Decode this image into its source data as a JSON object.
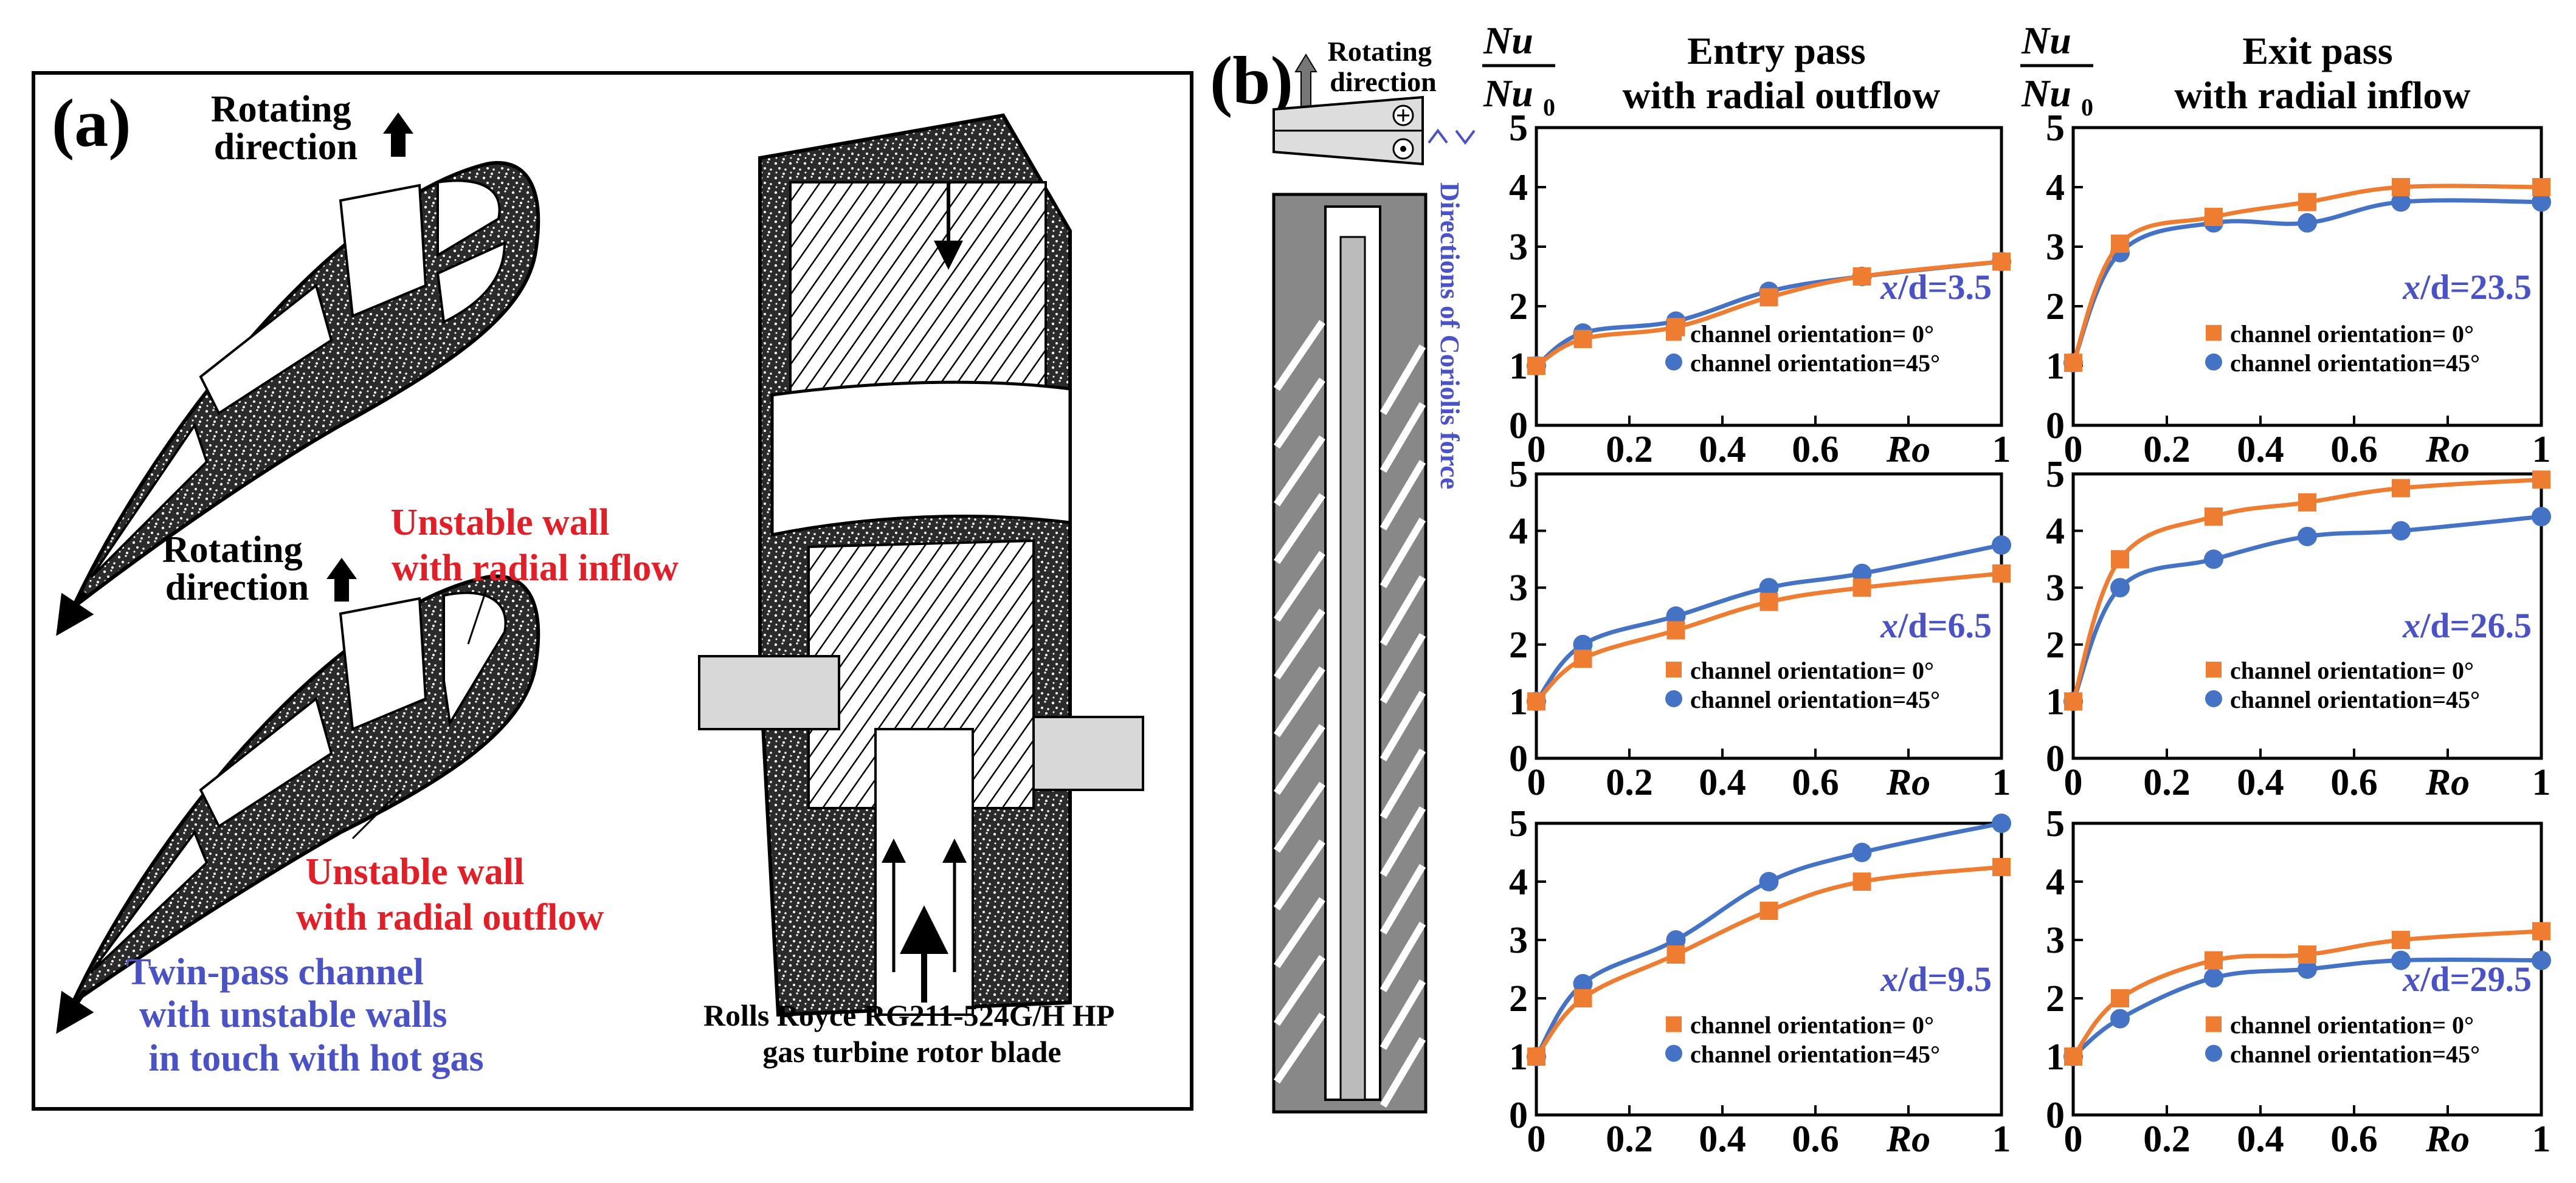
{
  "left_panel": {
    "label": "(a)",
    "rotating_direction_1": [
      "Rotating",
      "direction"
    ],
    "rotating_direction_2": [
      "Rotating",
      "direction"
    ],
    "unstable_inflow": [
      "Unstable wall",
      "with radial inflow"
    ],
    "unstable_outflow": [
      "Unstable wall",
      "with radial outflow"
    ],
    "twin_pass": [
      "Twin-pass channel",
      "with unstable walls",
      "in touch with hot gas"
    ],
    "blade_caption": [
      "Rolls Royce RG211-524G/H HP",
      "gas turbine rotor blade"
    ]
  },
  "right_panel": {
    "label": "(b)",
    "rotating_direction": [
      "Rotating",
      "direction"
    ],
    "coriolis_label": "Directions of Coriolis force",
    "nu_numerator": "Nu",
    "nu_denominator": "Nu",
    "nu_subscript": "0",
    "entry_header": [
      "Entry pass",
      "with radial outflow"
    ],
    "exit_header": [
      "Exit pass",
      "with radial inflow"
    ]
  },
  "colors": {
    "orange": "#ee7d31",
    "blue": "#4472c4",
    "label_blue": "#4a52c8",
    "red": "#e41e26"
  },
  "chart_data": [
    {
      "type": "line",
      "position": "entry-top",
      "annotation": "x/d=3.5",
      "x": [
        0,
        0.1,
        0.3,
        0.5,
        0.7,
        1
      ],
      "xlabel": "Ro",
      "xlim": [
        0,
        1
      ],
      "ylim": [
        0,
        5
      ],
      "xticks": [
        "0",
        "0.2",
        "0.4",
        "0.6",
        "0.8",
        "1"
      ],
      "yticks": [
        "0",
        "1",
        "2",
        "3",
        "4",
        "5"
      ],
      "series": [
        {
          "name": "channel orientation= 0°",
          "marker": "square",
          "values": [
            1.0,
            1.45,
            1.65,
            2.15,
            2.5,
            2.75
          ]
        },
        {
          "name": "channel orientation=45°",
          "marker": "circle",
          "values": [
            1.0,
            1.55,
            1.75,
            2.25,
            2.5,
            2.75
          ]
        }
      ]
    },
    {
      "type": "line",
      "position": "entry-middle",
      "annotation": "x/d=6.5",
      "x": [
        0,
        0.1,
        0.3,
        0.5,
        0.7,
        1
      ],
      "xlabel": "Ro",
      "xlim": [
        0,
        1
      ],
      "ylim": [
        0,
        5
      ],
      "xticks": [
        "0",
        "0.2",
        "0.4",
        "0.6",
        "0.8",
        "1"
      ],
      "yticks": [
        "0",
        "1",
        "2",
        "3",
        "4",
        "5"
      ],
      "series": [
        {
          "name": "channel orientation= 0°",
          "marker": "square",
          "values": [
            1.0,
            1.75,
            2.25,
            2.75,
            3.0,
            3.25
          ]
        },
        {
          "name": "channel orientation=45°",
          "marker": "circle",
          "values": [
            1.0,
            2.0,
            2.5,
            3.0,
            3.25,
            3.75
          ]
        }
      ]
    },
    {
      "type": "line",
      "position": "entry-bottom",
      "annotation": "x/d=9.5",
      "x": [
        0,
        0.1,
        0.3,
        0.5,
        0.7,
        1
      ],
      "xlabel": "Ro",
      "xlim": [
        0,
        1
      ],
      "ylim": [
        0,
        5
      ],
      "xticks": [
        "0",
        "0.2",
        "0.4",
        "0.6",
        "0.8",
        "1"
      ],
      "yticks": [
        "0",
        "1",
        "2",
        "3",
        "4",
        "5"
      ],
      "series": [
        {
          "name": "channel orientation= 0°",
          "marker": "square",
          "values": [
            1.0,
            2.0,
            2.75,
            3.5,
            4.0,
            4.25
          ]
        },
        {
          "name": "channel orientation=45°",
          "marker": "circle",
          "values": [
            1.0,
            2.25,
            3.0,
            4.0,
            4.5,
            5.0
          ]
        }
      ]
    },
    {
      "type": "line",
      "position": "exit-top",
      "annotation": "x/d=23.5",
      "x": [
        0,
        0.1,
        0.3,
        0.5,
        0.7,
        1
      ],
      "xlabel": "Ro",
      "xlim": [
        0,
        1
      ],
      "ylim": [
        0,
        5
      ],
      "xticks": [
        "0",
        "0.2",
        "0.4",
        "0.6",
        "0.8",
        "1"
      ],
      "yticks": [
        "0",
        "1",
        "2",
        "3",
        "4",
        "5"
      ],
      "series": [
        {
          "name": "channel orientation= 0°",
          "marker": "square",
          "values": [
            1.05,
            3.05,
            3.5,
            3.75,
            4.0,
            4.0
          ]
        },
        {
          "name": "channel orientation=45°",
          "marker": "circle",
          "values": [
            1.05,
            2.9,
            3.4,
            3.4,
            3.75,
            3.75
          ]
        }
      ]
    },
    {
      "type": "line",
      "position": "exit-middle",
      "annotation": "x/d=26.5",
      "x": [
        0,
        0.1,
        0.3,
        0.5,
        0.7,
        1
      ],
      "xlabel": "Ro",
      "xlim": [
        0,
        1
      ],
      "ylim": [
        0,
        5
      ],
      "xticks": [
        "0",
        "0.2",
        "0.4",
        "0.6",
        "0.8",
        "1"
      ],
      "yticks": [
        "0",
        "1",
        "2",
        "3",
        "4",
        "5"
      ],
      "series": [
        {
          "name": "channel orientation= 0°",
          "marker": "square",
          "values": [
            1.0,
            3.5,
            4.25,
            4.5,
            4.75,
            4.9
          ]
        },
        {
          "name": "channel orientation=45°",
          "marker": "circle",
          "values": [
            1.0,
            3.0,
            3.5,
            3.9,
            4.0,
            4.25
          ]
        }
      ]
    },
    {
      "type": "line",
      "position": "exit-bottom",
      "annotation": "x/d=29.5",
      "x": [
        0,
        0.1,
        0.3,
        0.5,
        0.7,
        1
      ],
      "xlabel": "Ro",
      "xlim": [
        0,
        1
      ],
      "ylim": [
        0,
        5
      ],
      "xticks": [
        "0",
        "0.2",
        "0.4",
        "0.6",
        "0.8",
        "1"
      ],
      "yticks": [
        "0",
        "1",
        "2",
        "3",
        "4",
        "5"
      ],
      "series": [
        {
          "name": "channel orientation= 0°",
          "marker": "square",
          "values": [
            1.0,
            2.0,
            2.65,
            2.75,
            3.0,
            3.15
          ]
        },
        {
          "name": "channel orientation=45°",
          "marker": "circle",
          "values": [
            1.0,
            1.65,
            2.35,
            2.5,
            2.65,
            2.65
          ]
        }
      ]
    }
  ]
}
